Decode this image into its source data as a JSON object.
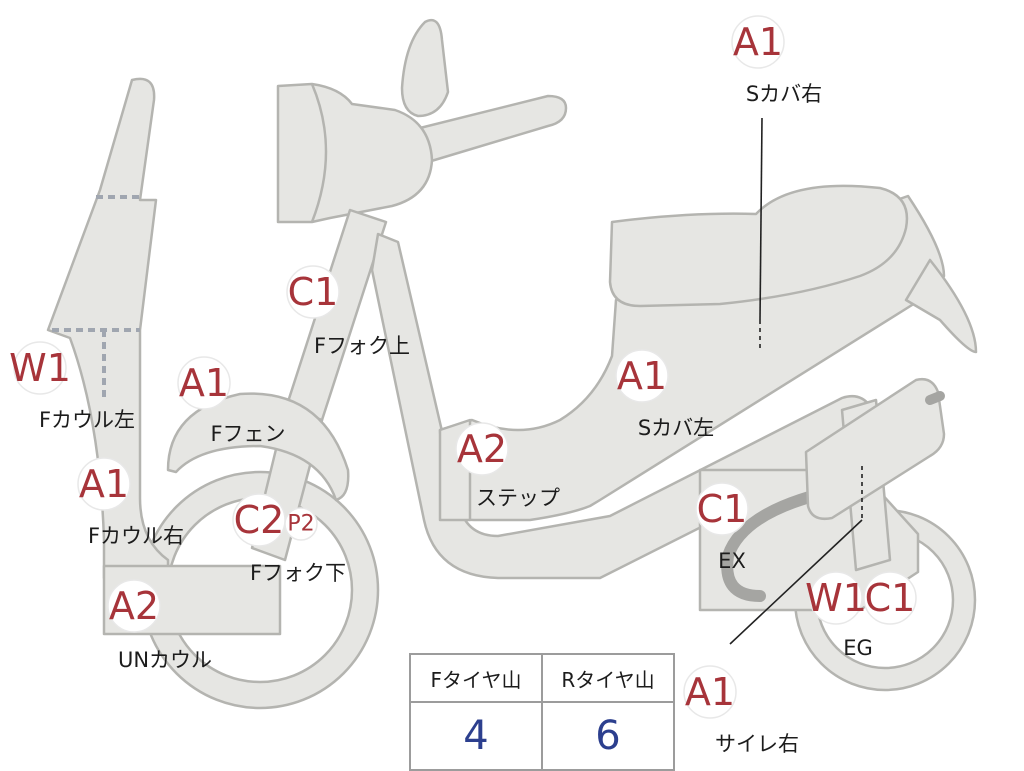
{
  "colors": {
    "code": "#a7343a",
    "value": "#2c3f8e",
    "body": "#e6e6e3",
    "outline": "#b4b4b0"
  },
  "markers": {
    "w1_f_cowl_left": {
      "code": "W1",
      "label": "Fカウル左"
    },
    "a1_f_fender": {
      "code": "A1",
      "label": "Fフェン"
    },
    "c1_f_fork_upper": {
      "code": "C1",
      "label": "Fフォク上"
    },
    "a1_f_cowl_right": {
      "code": "A1",
      "label": "Fカウル右"
    },
    "c2_f_fork_lower": {
      "code": "C2",
      "extra": "P2",
      "label": "Fフォク下"
    },
    "a2_un_cowl": {
      "code": "A2",
      "label": "UNカウル"
    },
    "a2_step": {
      "code": "A2",
      "label": "ステップ"
    },
    "a1_s_cover_left": {
      "code": "A1",
      "label": "Sカバ左"
    },
    "a1_s_cover_right": {
      "code": "A1",
      "label": "Sカバ右"
    },
    "c1_ex": {
      "code": "C1",
      "label": "EX"
    },
    "w1_c1_eg": {
      "code1": "W1",
      "code2": "C1",
      "label": "EG"
    },
    "a1_silencer_right": {
      "code": "A1",
      "label": "サイレ右"
    }
  },
  "tire_table": {
    "headers": [
      "Fタイヤ山",
      "Rタイヤ山"
    ],
    "values": [
      "4",
      "6"
    ]
  }
}
